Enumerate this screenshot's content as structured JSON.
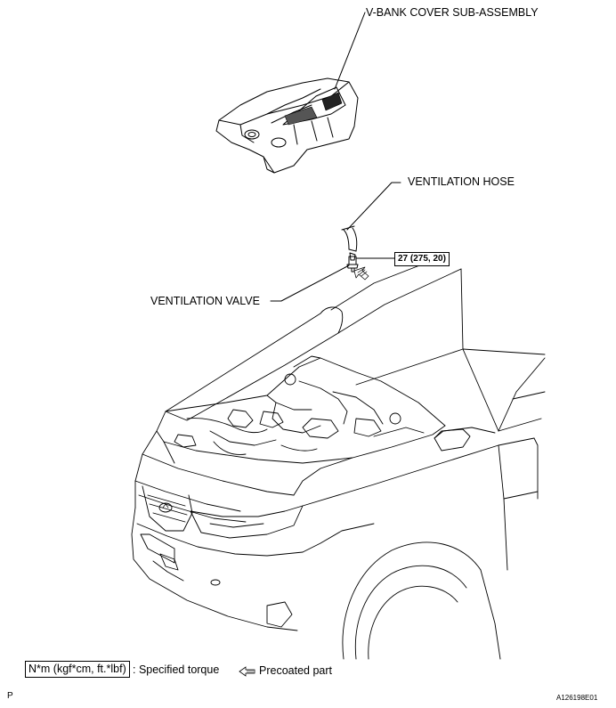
{
  "labels": {
    "vbank_cover": "V-BANK COVER SUB-ASSEMBLY",
    "ventilation_hose": "VENTILATION HOSE",
    "ventilation_valve": "VENTILATION VALVE",
    "torque_value": "27 (275, 20)"
  },
  "legend": {
    "torque_unit": "N*m (kgf*cm, ft.*lbf)",
    "torque_desc": ": Specified torque",
    "precoated_desc": "Precoated part"
  },
  "footer": {
    "left_code": "P",
    "figure_id": "A126198E01"
  }
}
